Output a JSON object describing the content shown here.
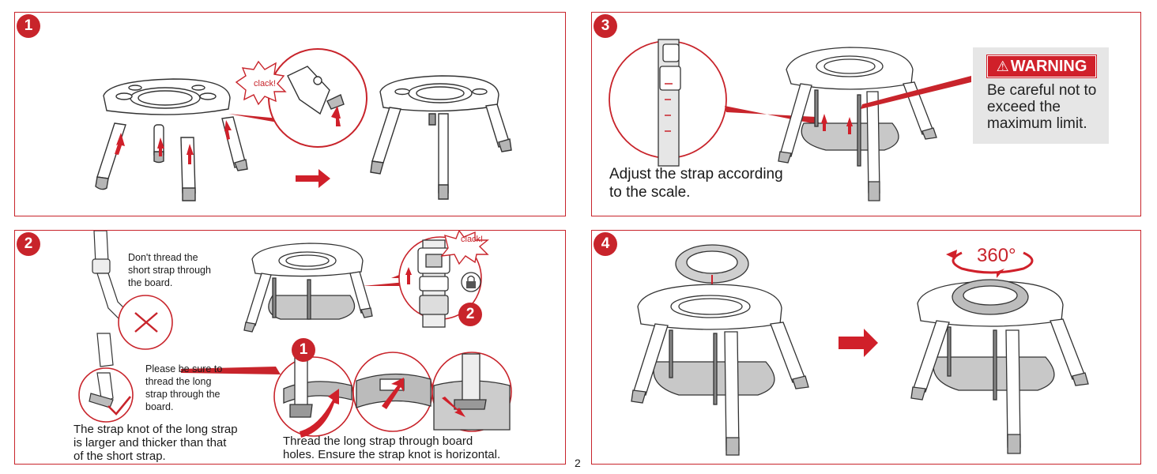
{
  "steps": [
    {
      "number": "1",
      "clack": "clack!"
    },
    {
      "number": "2",
      "badge_one": "1",
      "badge_two": "2",
      "clack": "clack!",
      "note_dont": "Don't thread the short strap through the board.",
      "note_please": "Please be sure to thread the long strap through the board.",
      "note_knot": "The strap knot of the long strap is larger and thicker than that of the short strap.",
      "note_thread": "Thread the long strap through board holes. Ensure the strap knot is horizontal."
    },
    {
      "number": "3",
      "adjust": "Adjust the strap according to the scale.",
      "warning_title": "WARNING",
      "warning_body": "Be careful not to exceed the maximum limit."
    },
    {
      "number": "4",
      "rotation": "360°"
    }
  ],
  "page_number": "2",
  "colors": {
    "accent": "#c8242b",
    "warning_bg": "#e6e6e6",
    "seat_gray": "#bdbdbd"
  },
  "icons": [
    "warning-triangle-icon",
    "padlock-icon",
    "check-icon",
    "cross-icon",
    "arrow-right-icon",
    "rotate-arrow-icon"
  ]
}
